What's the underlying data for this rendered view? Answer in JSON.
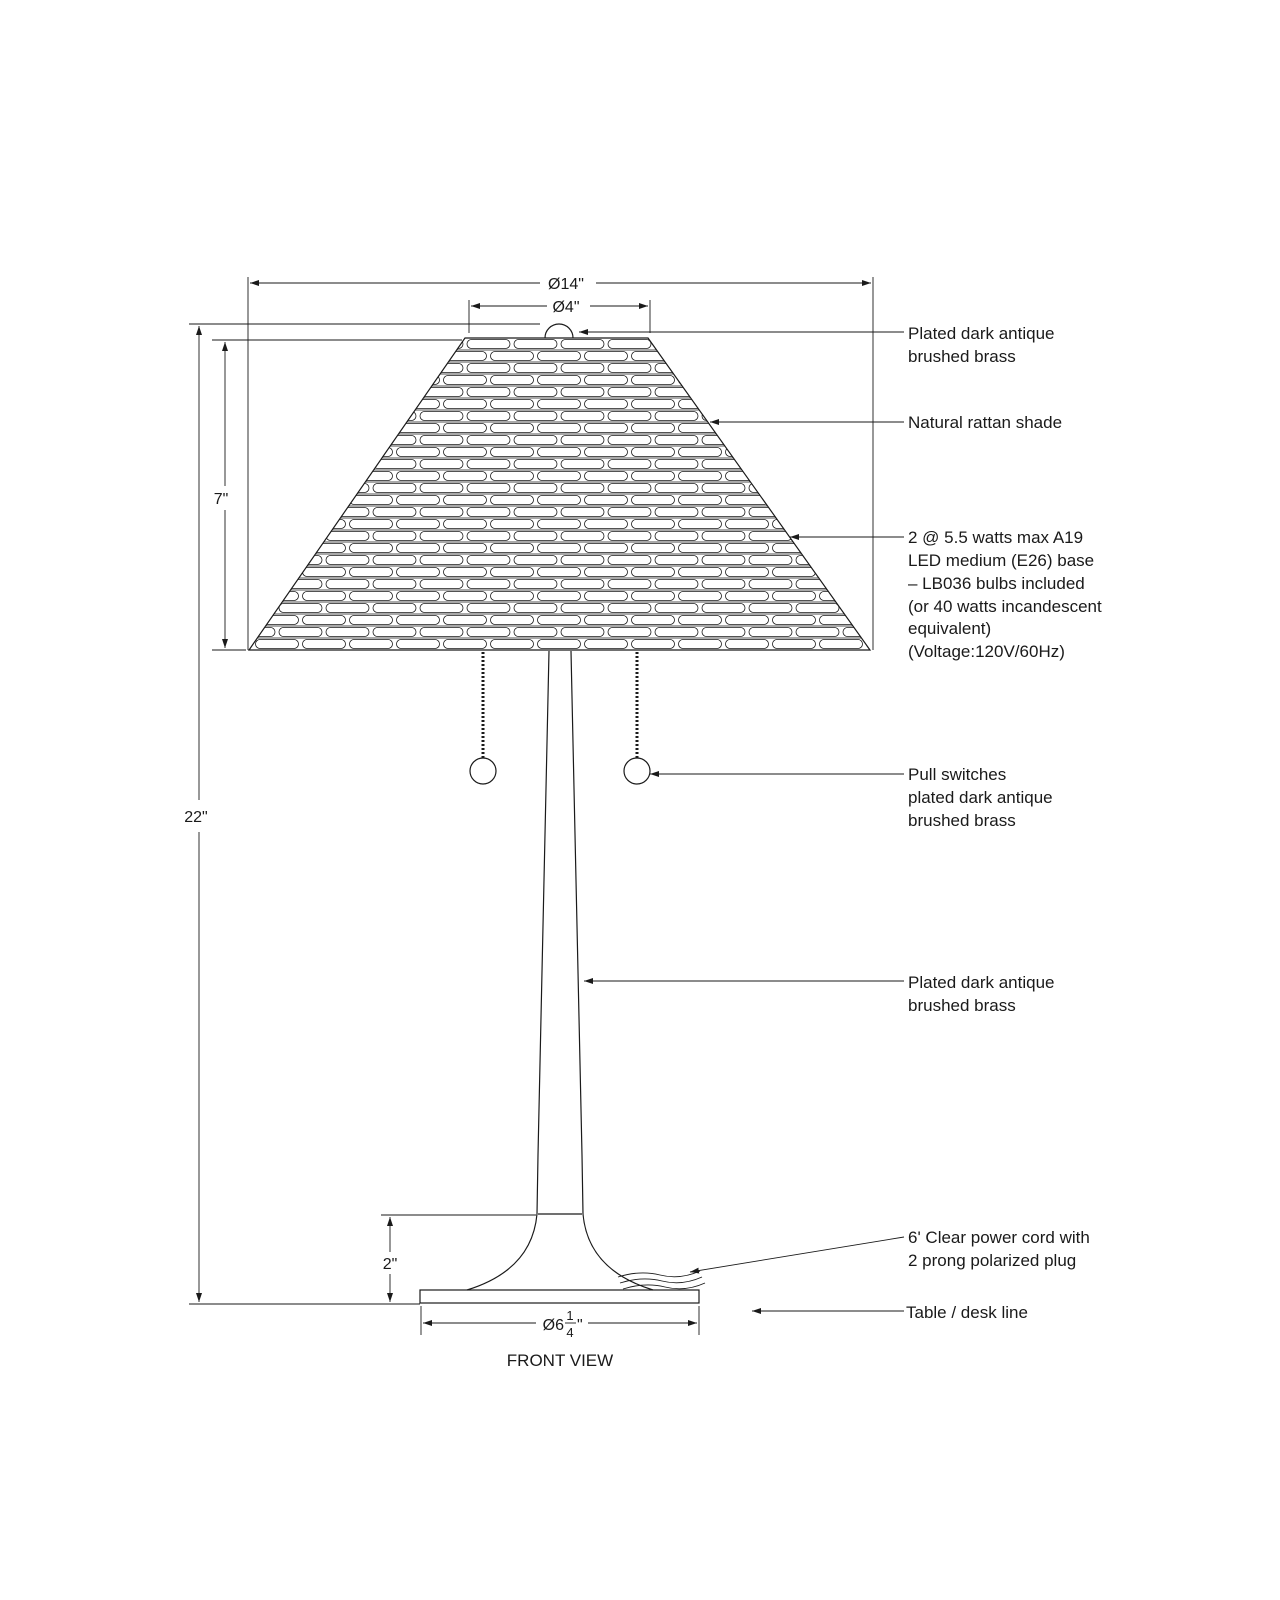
{
  "view_title": "FRONT VIEW",
  "dimensions": {
    "shade_bottom_diameter": "Ø14\"",
    "shade_top_diameter": "Ø4\"",
    "shade_height": "7\"",
    "overall_height": "22\"",
    "base_height": "2\"",
    "base_diameter_prefix": "Ø6",
    "base_diameter_num": "1",
    "base_diameter_den": "4",
    "base_diameter_unit": "\""
  },
  "callouts": {
    "finial": [
      "Plated dark antique",
      "brushed brass"
    ],
    "shade": [
      "Natural rattan shade"
    ],
    "bulbs": [
      "2 @ 5.5 watts max A19",
      "LED medium (E26) base",
      "– LB036 bulbs included",
      "(or 40 watts incandescent",
      "equivalent)",
      "(Voltage:120V/60Hz)"
    ],
    "switches": [
      "Pull switches",
      "plated dark antique",
      "brushed brass"
    ],
    "body": [
      "Plated dark antique",
      "brushed brass"
    ],
    "cord": [
      "6' Clear power cord with",
      "2 prong polarized plug"
    ],
    "table": [
      "Table / desk line"
    ]
  }
}
